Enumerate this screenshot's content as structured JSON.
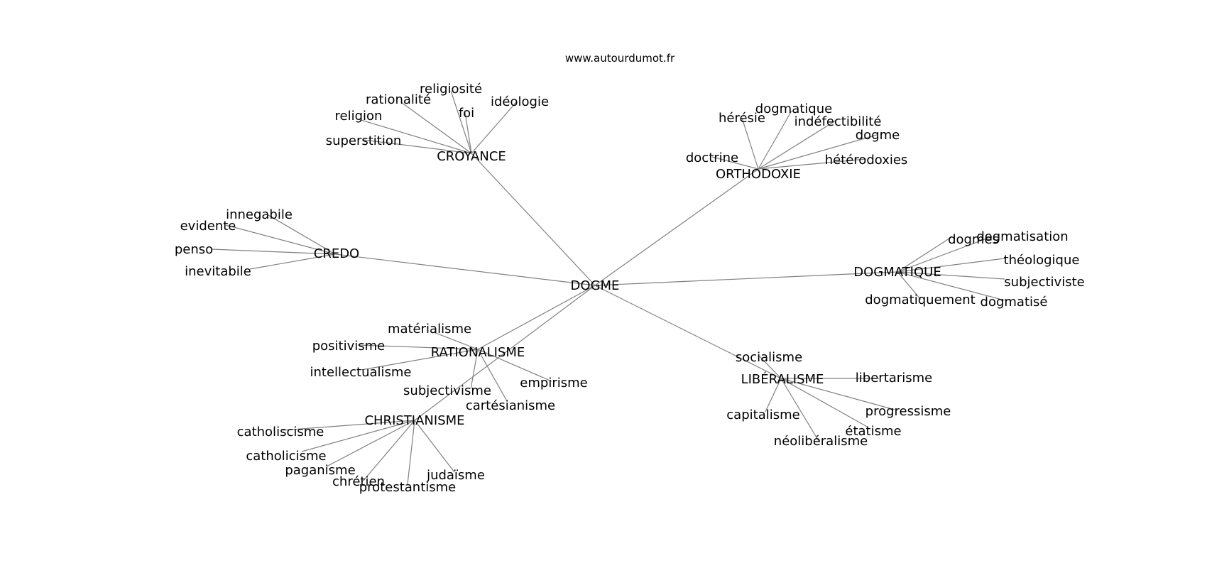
{
  "site": "www.autourdumot.fr",
  "root": "DOGME",
  "clusters": [
    {
      "hub": "CROYANCE",
      "leaves": [
        "religiosité",
        "rationalité",
        "religion",
        "foi",
        "idéologie",
        "superstition"
      ]
    },
    {
      "hub": "ORTHODOXIE",
      "leaves": [
        "hérésie",
        "dogmatique",
        "indéfectibilité",
        "dogme",
        "doctrine",
        "hétérodoxies"
      ]
    },
    {
      "hub": "CREDO",
      "leaves": [
        "innegabile",
        "evidente",
        "penso",
        "inevitabile"
      ]
    },
    {
      "hub": "DOGMATIQUE",
      "leaves": [
        "dogmes",
        "dogmatisation",
        "théologique",
        "subjectiviste",
        "dogmatiquement",
        "dogmatisé"
      ]
    },
    {
      "hub": "RATIONALISME",
      "leaves": [
        "matérialisme",
        "positivisme",
        "intellectualisme",
        "empirisme",
        "subjectivisme",
        "cartésianisme"
      ]
    },
    {
      "hub": "LIBÉRALISME",
      "leaves": [
        "socialisme",
        "libertarisme",
        "capitalisme",
        "progressisme",
        "étatisme",
        "néolibéralisme"
      ]
    },
    {
      "hub": "CHRISTIANISME",
      "leaves": [
        "catholiscisme",
        "catholicisme",
        "paganisme",
        "chrétien",
        "judaïsme",
        "protestantisme"
      ]
    }
  ]
}
